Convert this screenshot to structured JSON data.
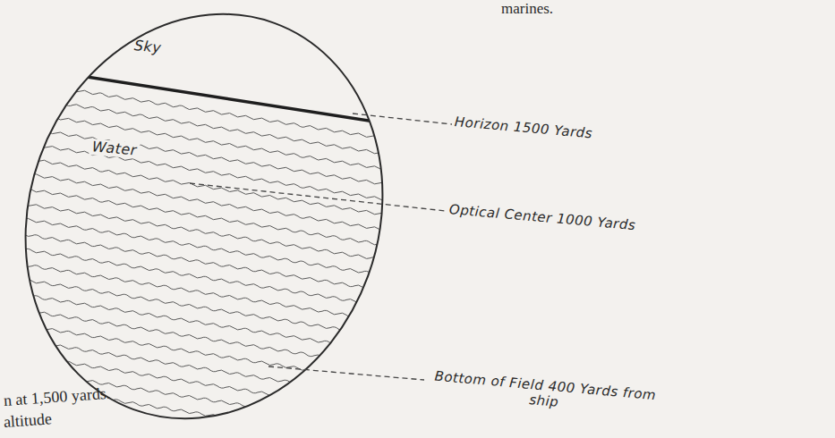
{
  "diagram": {
    "labels": [
      "marines.",
      "Sky",
      "Water",
      "Horizon 1500 Yards",
      "Optical Center 1000 Yards",
      "Bottom of Field 400 Yards from ship",
      "n at 1,500 yards.",
      "altitude"
    ]
  }
}
